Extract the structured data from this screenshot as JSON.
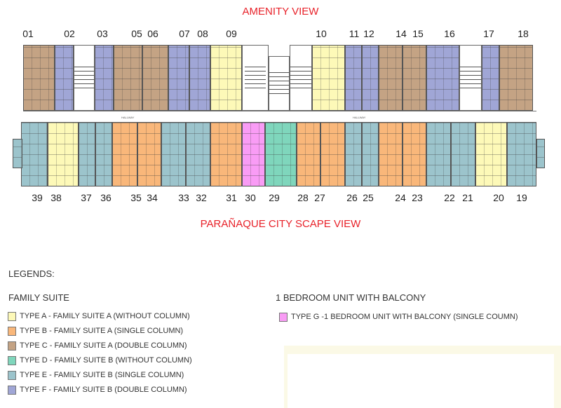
{
  "header": {
    "top_title": "AMENITY VIEW",
    "bottom_title": "PARAÑAQUE CITY SCAPE VIEW"
  },
  "colors": {
    "A": "#fdf9b8",
    "B": "#f9b77a",
    "C": "#c4a384",
    "D": "#7fd6bc",
    "E": "#9cc4cc",
    "F": "#a0a6d6",
    "G": "#f99cf5",
    "title": "#e8222a"
  },
  "plan": {
    "hallway_label": "HALLWAY",
    "top_units": [
      {
        "id": "01",
        "type": "C"
      },
      {
        "id": "02",
        "type": "F"
      },
      {
        "id": "03",
        "type": "F"
      },
      {
        "id": "05",
        "type": "C"
      },
      {
        "id": "06",
        "type": "C"
      },
      {
        "id": "07",
        "type": "F"
      },
      {
        "id": "08",
        "type": "F"
      },
      {
        "id": "09",
        "type": "A"
      },
      {
        "id": "10",
        "type": "A"
      },
      {
        "id": "11",
        "type": "F"
      },
      {
        "id": "12",
        "type": "F"
      },
      {
        "id": "14",
        "type": "C"
      },
      {
        "id": "15",
        "type": "C"
      },
      {
        "id": "16",
        "type": "F"
      },
      {
        "id": "17",
        "type": "F"
      },
      {
        "id": "18",
        "type": "C"
      }
    ],
    "bottom_units": [
      {
        "id": "39",
        "type": "E"
      },
      {
        "id": "38",
        "type": "A"
      },
      {
        "id": "37",
        "type": "E"
      },
      {
        "id": "36",
        "type": "E"
      },
      {
        "id": "35",
        "type": "B"
      },
      {
        "id": "34",
        "type": "B"
      },
      {
        "id": "33",
        "type": "E"
      },
      {
        "id": "32",
        "type": "E"
      },
      {
        "id": "31",
        "type": "B"
      },
      {
        "id": "30",
        "type": "G"
      },
      {
        "id": "29",
        "type": "D"
      },
      {
        "id": "28",
        "type": "B"
      },
      {
        "id": "27",
        "type": "B"
      },
      {
        "id": "26",
        "type": "E"
      },
      {
        "id": "25",
        "type": "E"
      },
      {
        "id": "24",
        "type": "B"
      },
      {
        "id": "23",
        "type": "B"
      },
      {
        "id": "22",
        "type": "E"
      },
      {
        "id": "21",
        "type": "E"
      },
      {
        "id": "20",
        "type": "A"
      },
      {
        "id": "19",
        "type": "E"
      }
    ]
  },
  "legend": {
    "heading": "LEGENDS:",
    "family_suite_heading": "FAMILY SUITE",
    "one_bedroom_heading": "1 BEDROOM UNIT WITH BALCONY",
    "family_items": [
      {
        "type": "A",
        "label": "TYPE A - FAMILY SUITE A (WITHOUT COLUMN)"
      },
      {
        "type": "B",
        "label": "TYPE B - FAMILY SUITE A (SINGLE COLUMN)"
      },
      {
        "type": "C",
        "label": "TYPE C - FAMILY SUITE A (DOUBLE COLUMN)"
      },
      {
        "type": "D",
        "label": "TYPE D - FAMILY SUITE B (WITHOUT COLUMN)"
      },
      {
        "type": "E",
        "label": "TYPE E - FAMILY SUITE B (SINGLE COLUMN)"
      },
      {
        "type": "F",
        "label": "TYPE F - FAMILY SUITE B (DOUBLE COLUMN)"
      }
    ],
    "one_bedroom_items": [
      {
        "type": "G",
        "label": "TYPE G -1 BEDROOM UNIT WITH BALCONY (SINGLE COUMN)"
      }
    ]
  }
}
